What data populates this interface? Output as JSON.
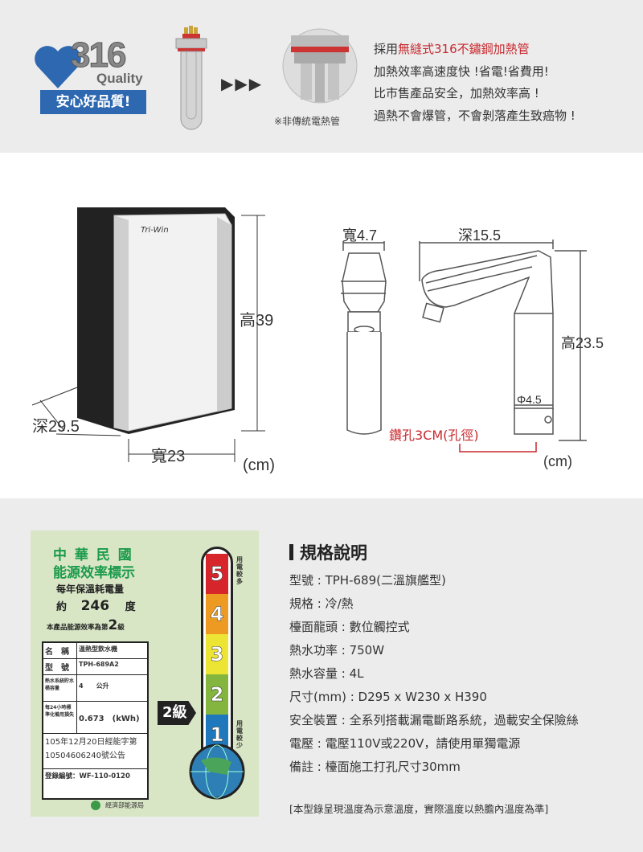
{
  "top": {
    "logo": {
      "number": "316",
      "quality": "Quality",
      "badge": "安心好品質!"
    },
    "arrows": "▶▶▶",
    "note": "※非傳統電熱管",
    "features": [
      {
        "prefix": "採用",
        "highlight": "無縫式316不鏽鋼加熱管"
      },
      {
        "text": "加熱效率高速度快 !省電!省費用!"
      },
      {
        "text": "比市售產品安全，加熱效率高 !"
      },
      {
        "text": "過熱不會爆管，不會剝落產生致癌物 !"
      }
    ]
  },
  "dimensions": {
    "unit_box": {
      "brand": "Tri-Win",
      "height": "高39",
      "depth": "深29.5",
      "width": "寬23",
      "unit": "(cm)"
    },
    "faucet": {
      "width": "寬4.7",
      "depth": "深15.5",
      "height": "高23.5",
      "diameter": "Φ4.5",
      "hole": "鑽孔3CM(孔徑)",
      "unit": "(cm)"
    }
  },
  "energy_label": {
    "title1": "中 華 民 國",
    "title2": "能源效率標示",
    "subtitle": "每年保溫耗電量",
    "consumption_prefix": "約",
    "consumption_value": "246",
    "consumption_unit": "度",
    "grade_text": "本產品能源效率為第",
    "grade": "2",
    "grade_suffix": "級",
    "rows": [
      {
        "k": "名　稱",
        "v": "溫熱型飲水機"
      },
      {
        "k": "型　號",
        "v": "TPH-689A2"
      },
      {
        "k": "熱水系統貯水桶容量",
        "v": "4　　公升"
      },
      {
        "k": "每24小時標準化備用損失",
        "v": "0.673　(kWh)"
      },
      {
        "k": "",
        "v": "105年12月20日經能字第10504606240號公告"
      },
      {
        "k": "",
        "v": "登錄編號：WF-110-0120"
      }
    ],
    "agency": "經濟部能源局",
    "pointer": "2級",
    "scale": [
      "5",
      "4",
      "3",
      "2",
      "1"
    ],
    "scale_colors": [
      "#d7262b",
      "#ec9a22",
      "#ede533",
      "#83b53f",
      "#1f78bb"
    ],
    "more": "用電較多",
    "less": "用電較少"
  },
  "specs": {
    "title": "規格說明",
    "items": [
      "型號 : TPH-689(二溫旗艦型)",
      "規格 : 冷/熱",
      "檯面龍頭 : 數位觸控式",
      "熱水功率 : 750W",
      "熱水容量 : 4L",
      "尺寸(mm) : D295 x W230 x H390",
      "安全裝置 : 全系列搭載漏電斷路系統，過載安全保險絲",
      "電壓 : 電壓110V或220V，請使用單獨電源",
      "備註 : 檯面施工打孔尺寸30mm"
    ],
    "footnote": "[本型錄呈現溫度為示意溫度，實際溫度以熱膽內溫度為準]"
  }
}
